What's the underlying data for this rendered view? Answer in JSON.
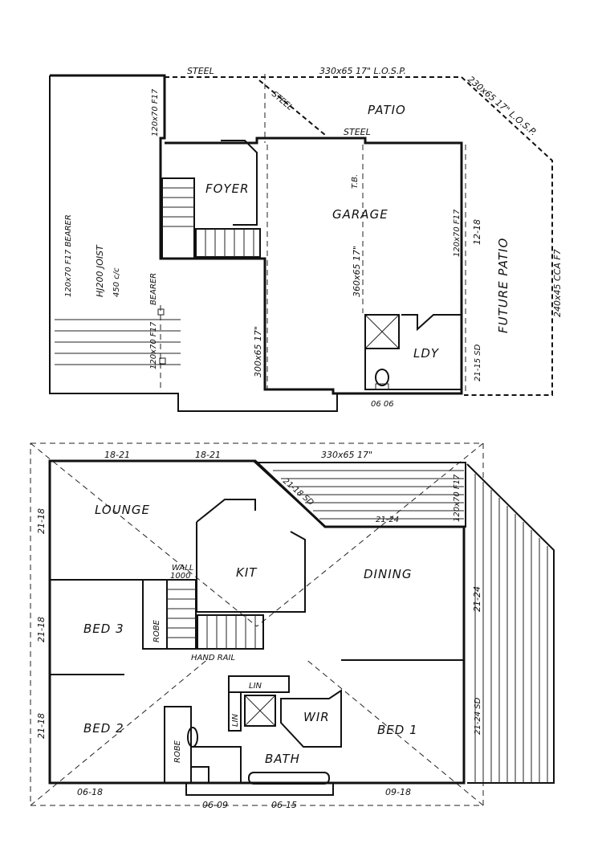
{
  "upper_plan": {
    "beams": {
      "steel_top": "STEEL",
      "lvl_top": "330x65 17\" L.O.S.P.",
      "lvl_angled": "230x65 17\" L.O.S.P.",
      "steel_diag": "STEEL",
      "steel_mid": "STEEL",
      "tb": "T.B.",
      "garage_beam": "360x65 17\"",
      "f17_left": "120x70 F17",
      "f17_joist": "120x70 F17 BEARER",
      "joist": "HJ200 JOIST",
      "joist_spacing": "450 c/c",
      "bearer": "BEARER",
      "f17_bearer_lower": "120x70 F17",
      "beam_300": "300x65 17\"",
      "f17_right": "120x70 F17",
      "lvl_dim": "12-18",
      "future_beam": "240x45 CCA F7",
      "ldy_dim": "21-15 SD",
      "door_dim": "06 06"
    },
    "rooms": {
      "patio": "PATIO",
      "foyer": "FOYER",
      "garage": "GARAGE",
      "future_patio": "FUTURE PATIO",
      "ldy": "LDY"
    }
  },
  "lower_plan": {
    "rooms": {
      "lounge": "LOUNGE",
      "kit": "KIT",
      "dining": "DINING",
      "bed3": "BED 3",
      "robe_a": "ROBE",
      "hand_rail": "HAND RAIL",
      "lin_top": "LIN",
      "lin_side": "LIN",
      "wir": "WIR",
      "bed1": "BED 1",
      "bed2": "BED 2",
      "robe_b": "ROBE",
      "bath": "BATH",
      "wall_a": "WALL",
      "wall_b": "1000"
    },
    "dims": {
      "top_a": "18-21",
      "top_b": "18-21",
      "top_beam": "330x65 17\"",
      "diag_sd": "21-18 SD",
      "deck_mid": "21-24",
      "deck_f17": "120x70 F17",
      "left_a": "21-18",
      "left_b": "21-18",
      "left_c": "21-18",
      "right_a": "21-24",
      "right_b": "21-24 SD",
      "bottom_a": "06-18",
      "bottom_b": "06-09",
      "bottom_c": "06-15",
      "bottom_d": "09-18"
    }
  }
}
